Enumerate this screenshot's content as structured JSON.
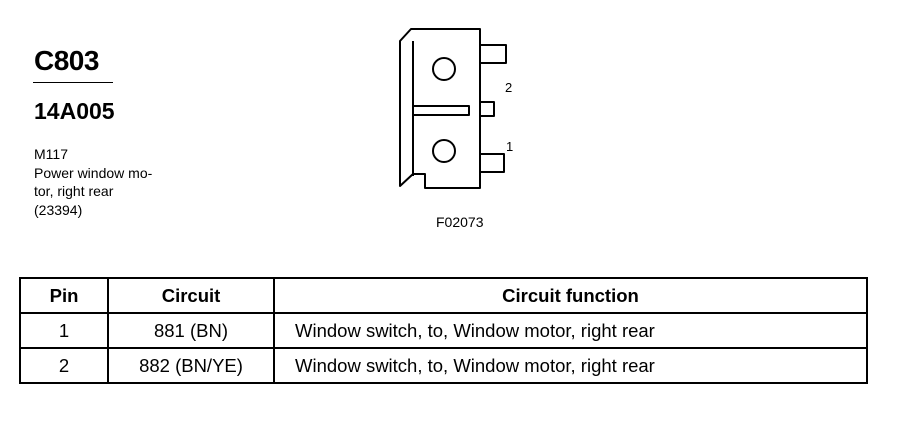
{
  "header": {
    "connector_id": "C803",
    "part_number": "14A005",
    "description_lines": [
      "M117",
      "Power window mo-",
      "tor, right rear",
      "(23394)"
    ]
  },
  "diagram": {
    "pin_labels": [
      "2",
      "1"
    ],
    "figure_id": "F02073"
  },
  "table": {
    "headers": [
      "Pin",
      "Circuit",
      "Circuit function"
    ],
    "rows": [
      {
        "pin": "1",
        "circuit": "881 (BN)",
        "function": "Window switch, to, Window motor, right rear"
      },
      {
        "pin": "2",
        "circuit": "882 (BN/YE)",
        "function": "Window switch, to, Window motor, right rear"
      }
    ]
  }
}
